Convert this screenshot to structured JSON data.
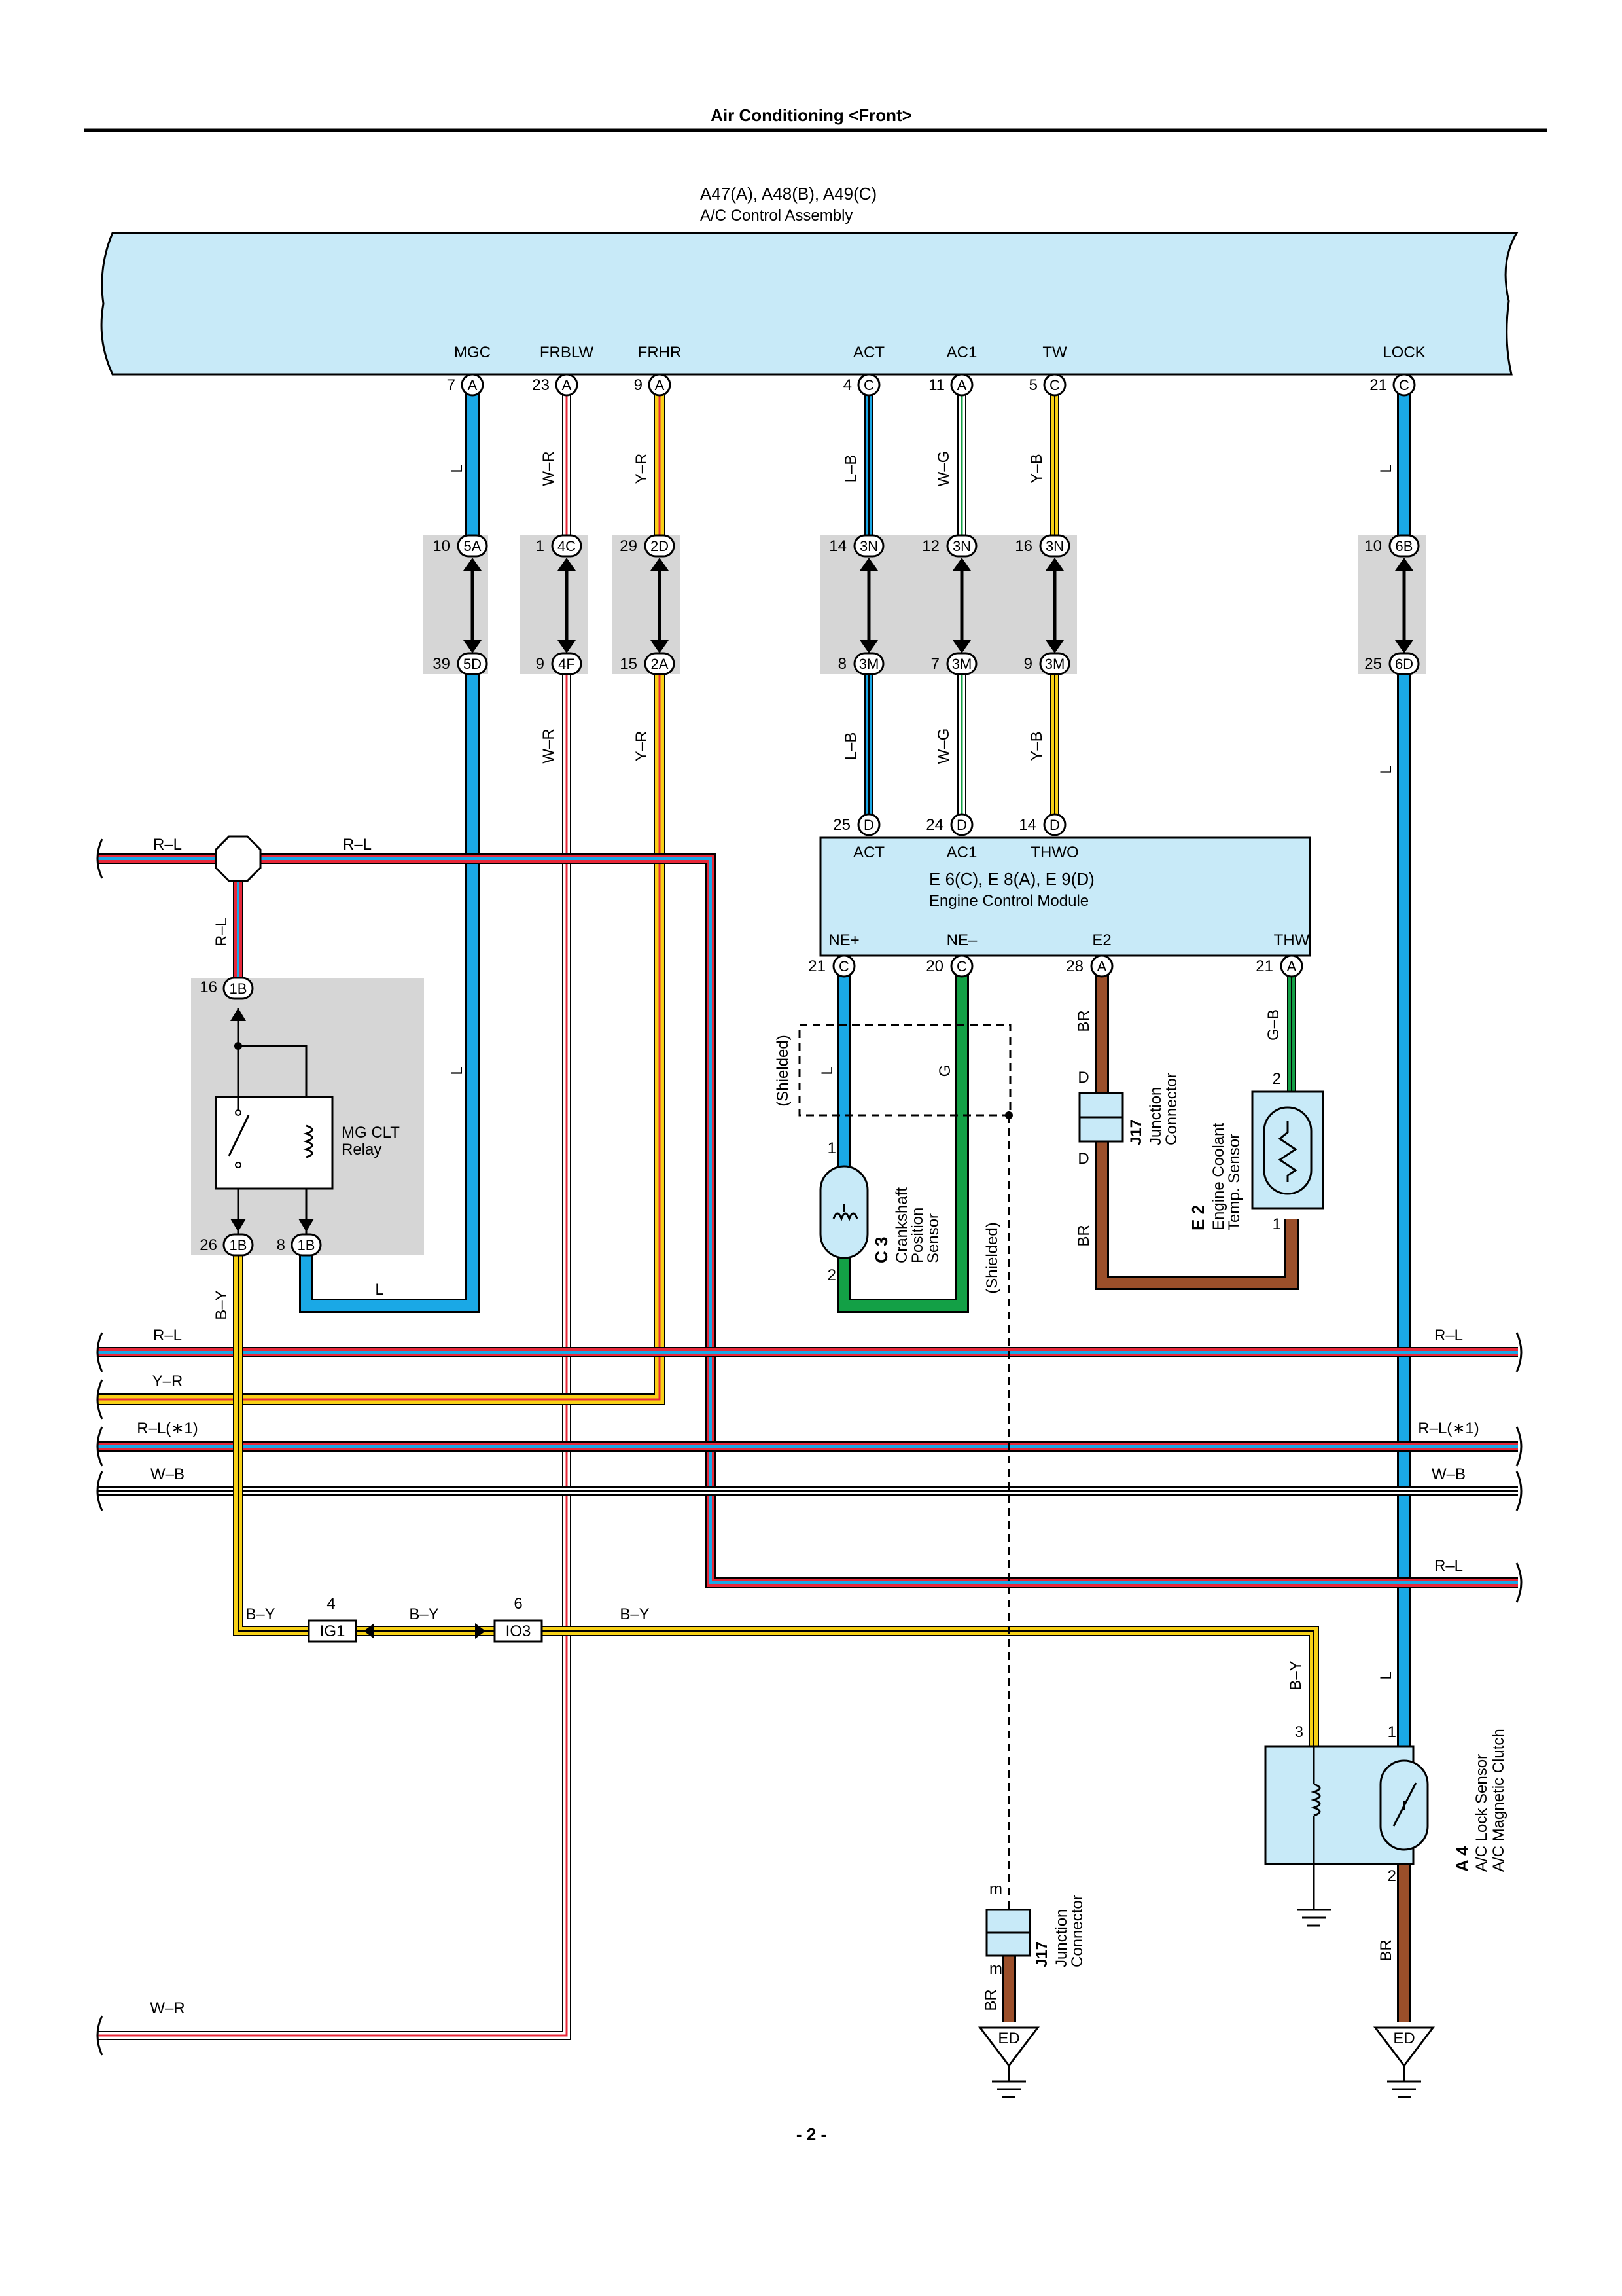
{
  "page": {
    "title": "Air Conditioning <Front>",
    "number": "- 2 -"
  },
  "ac_control": {
    "connectors": "A47(A), A48(B), A49(C)",
    "name": "A/C Control Assembly",
    "terminals": [
      {
        "label": "MGC",
        "pin": "7",
        "conn": "A"
      },
      {
        "label": "FRBLW",
        "pin": "23",
        "conn": "A"
      },
      {
        "label": "FRHR",
        "pin": "9",
        "conn": "A"
      },
      {
        "label": "ACT",
        "pin": "4",
        "conn": "C"
      },
      {
        "label": "AC1",
        "pin": "11",
        "conn": "A"
      },
      {
        "label": "TW",
        "pin": "5",
        "conn": "C"
      },
      {
        "label": "LOCK",
        "pin": "21",
        "conn": "C"
      }
    ]
  },
  "junctions": {
    "top": [
      {
        "pin": "10",
        "conn": "5A"
      },
      {
        "pin": "1",
        "conn": "4C"
      },
      {
        "pin": "29",
        "conn": "2D"
      },
      {
        "pin": "14",
        "conn": "3N"
      },
      {
        "pin": "12",
        "conn": "3N"
      },
      {
        "pin": "16",
        "conn": "3N"
      },
      {
        "pin": "10",
        "conn": "6B"
      }
    ],
    "bottom": [
      {
        "pin": "39",
        "conn": "5D"
      },
      {
        "pin": "9",
        "conn": "4F"
      },
      {
        "pin": "15",
        "conn": "2A"
      },
      {
        "pin": "8",
        "conn": "3M"
      },
      {
        "pin": "7",
        "conn": "3M"
      },
      {
        "pin": "9",
        "conn": "3M"
      },
      {
        "pin": "25",
        "conn": "6D"
      }
    ]
  },
  "wire_labels": {
    "l": "L",
    "wr": "W–R",
    "yr": "Y–R",
    "lb": "L–B",
    "wg": "W–G",
    "yb": "Y–B",
    "rl": "R–L",
    "by": "B–Y",
    "rl1": "R–L(∗1)",
    "wb": "W–B",
    "br": "BR",
    "gb": "G–B",
    "g": "G"
  },
  "ecm": {
    "connectors": "E 6(C), E 8(A), E 9(D)",
    "name": "Engine Control Module",
    "top_terminals": [
      {
        "label": "ACT",
        "pin": "25",
        "conn": "D"
      },
      {
        "label": "AC1",
        "pin": "24",
        "conn": "D"
      },
      {
        "label": "THWO",
        "pin": "14",
        "conn": "D"
      }
    ],
    "bottom_terminals": [
      {
        "label": "NE+",
        "pin": "21",
        "conn": "C"
      },
      {
        "label": "NE–",
        "pin": "20",
        "conn": "C"
      },
      {
        "label": "E2",
        "pin": "28",
        "conn": "A"
      },
      {
        "label": "THW",
        "pin": "21",
        "conn": "A"
      }
    ]
  },
  "relay": {
    "name_line1": "MG CLT",
    "name_line2": "Relay",
    "top": {
      "pin": "16",
      "conn": "1B"
    },
    "bottom_left": {
      "pin": "26",
      "conn": "1B"
    },
    "bottom_right": {
      "pin": "8",
      "conn": "1B"
    }
  },
  "crank_sensor": {
    "id": "C 3",
    "line1": "Crankshaft",
    "line2": "Position",
    "line3": "Sensor",
    "pin1": "1",
    "pin2": "2"
  },
  "coolant_sensor": {
    "id": "E 2",
    "line1": "Engine Coolant",
    "line2": "Temp. Sensor",
    "pin1": "2",
    "pin2": "1"
  },
  "j17_mid": {
    "id": "J17",
    "line1": "Junction",
    "line2": "Connector",
    "pin": "D"
  },
  "j17_low": {
    "id": "J17",
    "line1": "Junction",
    "line2": "Connector",
    "pin": "m"
  },
  "shielded": "(Shielded)",
  "compressor": {
    "id": "A 4",
    "line1": "A/C Lock Sensor",
    "line2": "A/C Magnetic Clutch",
    "pin1": "1",
    "pin2": "2",
    "pin3": "3"
  },
  "ig_connectors": {
    "ig1": "IG1",
    "ig1_pin": "4",
    "io3": "IO3",
    "io3_pin": "6"
  },
  "ground": {
    "ed": "ED"
  },
  "colors": {
    "blue": "#1aa8e6",
    "red": "#e8283a",
    "yellow": "#f7d117",
    "green": "#13a046",
    "brown": "#9b4f2a",
    "panel": "#c8eaf8",
    "junction": "#d6d6d6"
  }
}
